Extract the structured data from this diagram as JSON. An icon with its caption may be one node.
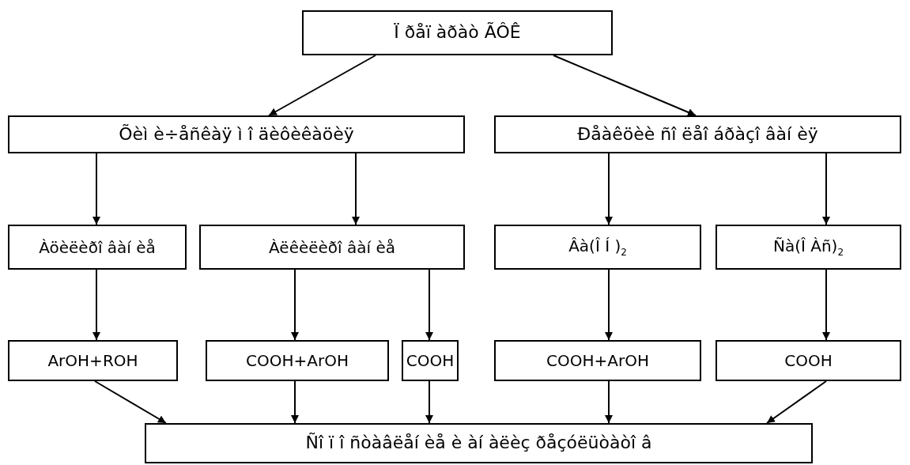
{
  "diagram": {
    "nodes": [
      {
        "text": [
          "Ï ðåï àðàò ÃÔÊ"
        ]
      },
      {
        "text": [
          "Õèì è÷åñêàÿ ì î äèôèêàöèÿ"
        ]
      },
      {
        "text": [
          "Ðåàêöèè ñî ëåî áðàçî âàí èÿ"
        ]
      },
      {
        "text": [
          "Àöèëèðî âàí èå"
        ]
      },
      {
        "text": [
          "Àëêèëèðî âàí èå"
        ]
      },
      {
        "text": [
          "Âà(Î Í )$_{2}$"
        ]
      },
      {
        "text": [
          "Ñà(Î Àñ)$_{2}$"
        ]
      },
      {
        "text": [
          "ArOH+ROH"
        ]
      },
      {
        "text": [
          "COOH+ArOH"
        ]
      },
      {
        "text": [
          "COOH"
        ]
      },
      {
        "text": [
          "COOH+ArOH"
        ]
      },
      {
        "text": [
          "COOH"
        ]
      },
      {
        "text": [
          "Ñî ï î ñòàâëåí èå è àí àëèç ðåçóëüòàòî â"
        ]
      }
    ],
    "edges": [
      {
        "from": 0,
        "to": 1,
        "arrow": "to"
      },
      {
        "from": 0,
        "to": 2,
        "arrow": "to"
      },
      {
        "from": 1,
        "to": 3,
        "arrow": "to"
      },
      {
        "from": 1,
        "to": 4,
        "arrow": "to"
      },
      {
        "from": 2,
        "to": 5,
        "arrow": "to"
      },
      {
        "from": 2,
        "to": 6,
        "arrow": "to"
      },
      {
        "from": 3,
        "to": 7,
        "arrow": "to"
      },
      {
        "from": 4,
        "to": 8,
        "arrow": "to"
      },
      {
        "from": 4,
        "to": 9,
        "arrow": "to"
      },
      {
        "from": 5,
        "to": 10,
        "arrow": "to"
      },
      {
        "from": 6,
        "to": 11,
        "arrow": "to"
      },
      {
        "from": 7,
        "to": 12,
        "arrow": "to"
      },
      {
        "from": 8,
        "to": 12,
        "arrow": "to"
      },
      {
        "from": 9,
        "to": 12,
        "arrow": "to"
      },
      {
        "from": 10,
        "to": 12,
        "arrow": "to"
      },
      {
        "from": 11,
        "to": 12,
        "arrow": "to"
      }
    ]
  }
}
